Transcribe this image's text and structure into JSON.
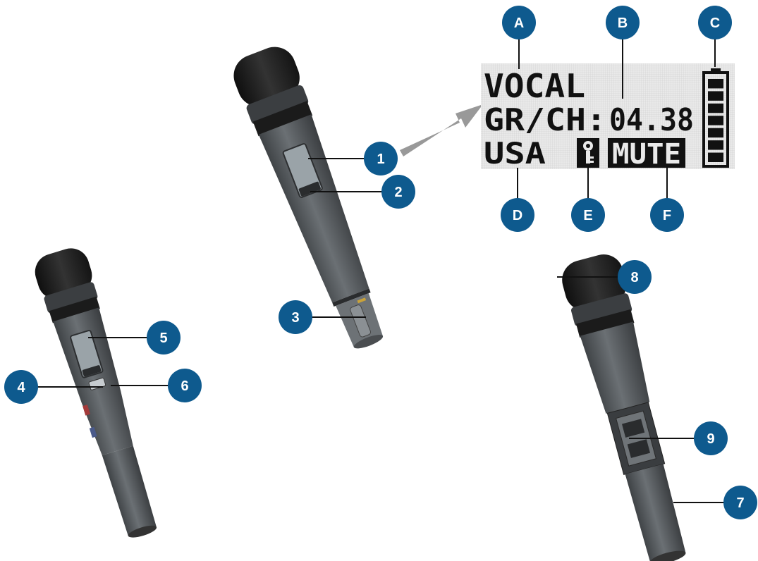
{
  "colors": {
    "callout_fill": "#0e5a8e",
    "callout_text": "#ffffff",
    "leader_line": "#111111",
    "arrow": "#999999",
    "mic_body": "#55595c",
    "mic_head": "#1f1f1f",
    "lcd_background": "#e6e6e6",
    "lcd_text": "#111111"
  },
  "display": {
    "line1": "VOCAL",
    "line2_label": "GR/CH:",
    "line2_value": "04.38",
    "region": "USA",
    "mute": "MUTE",
    "key_icon": "key-icon",
    "battery_icon": "battery-icon",
    "battery_level": 1.0
  },
  "display_callouts": [
    "A",
    "B",
    "C",
    "D",
    "E",
    "F"
  ],
  "component_callouts": [
    "1",
    "2",
    "3",
    "4",
    "5",
    "6",
    "7",
    "8",
    "9"
  ]
}
